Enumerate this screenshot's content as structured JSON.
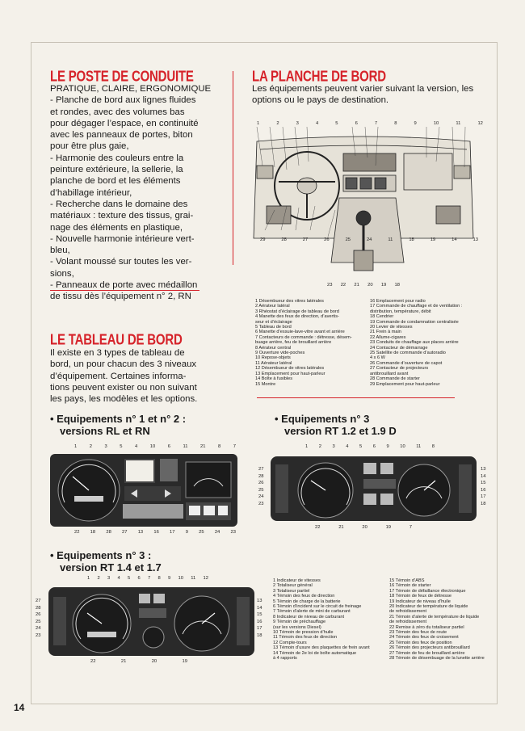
{
  "page_number": "14",
  "poste": {
    "title": "LE POSTE DE CONDUITE",
    "lines": [
      "PRATIQUE, CLAIRE, ERGONOMIQUE",
      "- Planche de bord aux lignes fluides",
      "et rondes, avec des volumes bas",
      "pour dégager l’espace, en continuité",
      "avec les panneaux de portes, biton",
      "pour être plus gaie,",
      "- Harmonie des couleurs entre la",
      "peinture extérieure, la sellerie, la",
      "planche de bord et les éléments",
      "d’habillage intérieur,",
      "- Recherche dans le domaine des",
      "matériaux : texture des tissus, grai-",
      "nage des éléments en plastique,",
      "- Nouvelle harmonie intérieure vert-",
      "bleu,",
      "- Volant moussé sur toutes les ver-",
      "sions,",
      "- Panneaux de porte avec médaillon",
      "de tissu dès l’équipement n° 2, RN"
    ]
  },
  "planche": {
    "title": "LA PLANCHE DE BORD",
    "lines": [
      "Les équipements peuvent varier suivant la version, les",
      "options ou le pays de destination."
    ],
    "top_numbers": [
      "1",
      "2",
      "3",
      "4",
      "5",
      "6",
      "7",
      "8",
      "9",
      "10",
      "11",
      "12"
    ],
    "bottom_numbers": [
      "29",
      "28",
      "27",
      "26",
      "25",
      "24",
      "11",
      "18",
      "19",
      "14",
      "13"
    ],
    "lower_numbers": [
      "23",
      "22",
      "21",
      "20",
      "19",
      "18"
    ],
    "legend_left": [
      "1 Désembueur des vitres latérales",
      "2 Aérateur latéral",
      "3 Rhéostat d’éclairage de tableau de bord",
      "4 Manette des feux de direction, d’avertis-",
      "   seur et d’éclairage",
      "5 Tableau de bord",
      "6 Manette d’essuie-lave-vitre avant et arrière",
      "7 Contacteurs de commande : détresse, désem-",
      "   buage arrière, feu de brouillard arrière",
      "8 Aérateur central",
      "9 Ouverture vide-poches",
      "10 Repose-objets",
      "11 Aérateur latéral",
      "12 Désembueur de vitres latérales",
      "13 Emplacement pour haut-parleur",
      "14 Boîte à fusibles",
      "15 Montre"
    ],
    "legend_right": [
      "16 Emplacement pour radio",
      "17 Commande de chauffage et de ventilation :",
      "   distribution, température, débit",
      "18 Cendrier",
      "19 Commande de condamnation centralisée",
      "20 Levier de vitesses",
      "21 Frein à main",
      "22 Allume-cigares",
      "23 Conduits de chauffage aux places arrière",
      "24 Contacteur de démarrage",
      "25 Satellite de commande d’autoradio",
      "   4 x 6 W",
      "26 Commande d’ouverture de capot",
      "27 Contacteur de projecteurs",
      "   antibrouillard avant",
      "28 Commande de starter",
      "29 Emplacement pour haut-parleur"
    ]
  },
  "tableau": {
    "title": "LE TABLEAU DE BORD",
    "lines": [
      "Il existe en 3 types de tableau de",
      "bord, un pour chacun des 3 niveaux",
      "d’équipement. Certaines informa-",
      "tions peuvent exister ou non suivant",
      "les pays, les modèles et les options."
    ]
  },
  "eq12": {
    "title_line1": "• Equipements n° 1 et n° 2 :",
    "title_line2": "versions RL et RN",
    "top_numbers": [
      "1",
      "2",
      "3",
      "5",
      "4",
      "10",
      "6",
      "11",
      "21",
      "8",
      "7"
    ],
    "bottom_numbers": [
      "22",
      "18",
      "28",
      "27",
      "13",
      "16",
      "17",
      "9",
      "25",
      "24",
      "23"
    ]
  },
  "eq3a": {
    "title_line1": "• Equipements n° 3",
    "title_line2": "version RT 1.2 et 1.9 D",
    "top_numbers": [
      "1",
      "2",
      "3",
      "4",
      "5",
      "6",
      "9",
      "10",
      "11",
      "8"
    ],
    "left_numbers": [
      "27",
      "28",
      "26",
      "25",
      "24",
      "23"
    ],
    "right_numbers": [
      "13",
      "14",
      "15",
      "16",
      "17",
      "18"
    ],
    "bottom_numbers": [
      "22",
      "21",
      "20",
      "19",
      "7"
    ]
  },
  "eq3b": {
    "title_line1": "• Equipements n° 3 :",
    "title_line2": "version RT 1.4 et 1.7",
    "top_numbers": [
      "1",
      "2",
      "3",
      "4",
      "5",
      "6",
      "7",
      "8",
      "9",
      "10",
      "11",
      "12"
    ],
    "left_numbers": [
      "27",
      "28",
      "26",
      "25",
      "24",
      "23"
    ],
    "right_numbers": [
      "13",
      "14",
      "15",
      "16",
      "17",
      "18"
    ],
    "bottom_numbers": [
      "22",
      "21",
      "20",
      "19"
    ],
    "legend_left": [
      "1 Indicateur de vitesses",
      "2 Totaliseur général",
      "3 Totaliseur partiel",
      "4 Témoin des feux de direction",
      "5 Témoin de charge de la batterie",
      "6 Témoin d’incident sur le circuit de freinage",
      "7 Témoin d’alerte de mini de carburant",
      "8 Indicateur de niveau de carburant",
      "9 Témoin de préchauffage",
      "   (sur les versions Diesel)",
      "10 Témoin de pression d’huile",
      "11 Témoin des feux de direction",
      "12 Compte-tours",
      "13 Témoin d’usure des plaquettes de frein avant",
      "14 Témoin de 2e loi de boîte automatique",
      "   à 4 rapports"
    ],
    "legend_right": [
      "15 Témoin d’ABS",
      "16 Témoin de starter",
      "17 Témoin de défaillance électronique",
      "18 Témoin de feux de détresse",
      "19 Indicateur de niveau d’huile",
      "20 Indicateur de température de liquide",
      "   de refroidissement",
      "21 Témoin d’alerte de température de liquide",
      "   de refroidissement",
      "22 Remise à zéro du totaliseur partiel",
      "23 Témoin des feux de route",
      "24 Témoin des feux de croisement",
      "25 Témoin des feux de position",
      "26 Témoin des projecteurs antibrouillard",
      "27 Témoin de feu de brouillard arrière",
      "28 Témoin de désembuage de la lunette arrière"
    ]
  }
}
